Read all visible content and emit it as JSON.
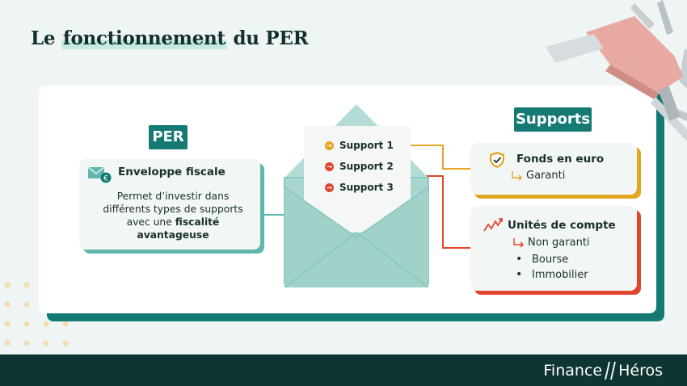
{
  "title": {
    "prefix": "Le ",
    "highlight": "fonctionnement",
    "suffix": " du PER"
  },
  "per": {
    "tag": "PER",
    "box_title": "Enveloppe fiscale",
    "desc_plain": "Permet d’investir dans différents types de supports avec une ",
    "desc_bold": "fiscalité avantageuse"
  },
  "letter": {
    "items": [
      "Support 1",
      "Support 2",
      "Support 3"
    ]
  },
  "supports": {
    "tag": "Supports",
    "fonds_euro": {
      "title": "Fonds en euro",
      "sub": "Garanti"
    },
    "unites_compte": {
      "title": "Unités de compte",
      "sub": "Non garanti",
      "items": [
        "Bourse",
        "Immobilier"
      ]
    }
  },
  "brand": {
    "part1": "Finance",
    "part2": "Héros"
  },
  "colors": {
    "teal": "#157a73",
    "orange": "#e3a622",
    "red": "#e2452b",
    "light_teal": "#5fb7ad",
    "footer": "#0f3532"
  },
  "icons": {
    "envelope_box": "euro-envelope-icon",
    "fonds_euro": "shield-check-icon",
    "unites_compte": "trend-line-icon",
    "sub_arrow": "corner-arrow-icon"
  }
}
